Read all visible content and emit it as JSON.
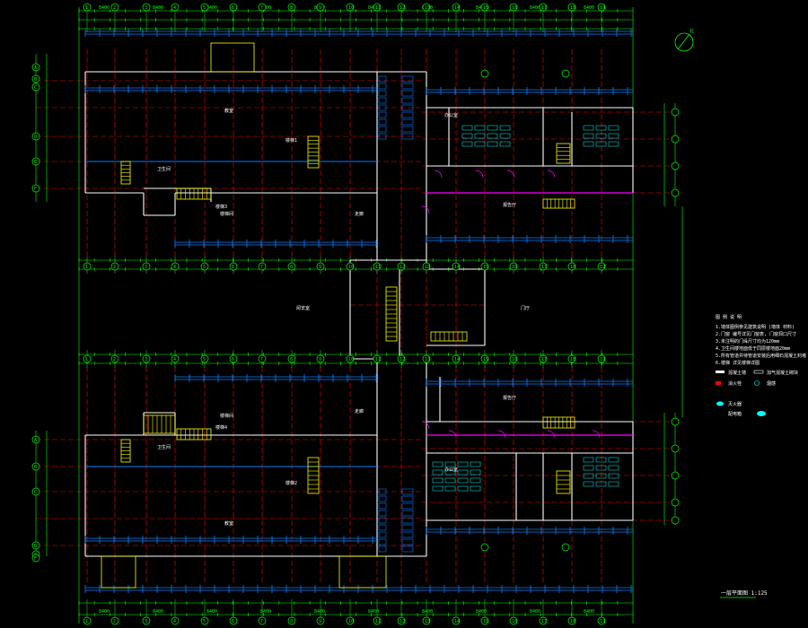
{
  "drawing": {
    "title": "一层平面图 1:125",
    "legend_heading": "图 例 说 明",
    "legend_notes": [
      "1.墙体图例参见建筑说明 (墙体 材料)",
      "2.门窗 编号详见门窗表, 门窗洞口尺寸",
      "3.未注明的门垛尺寸均为120mm",
      "4.卫生间楼地面低于同层楼地面20mm",
      "5.所有管道井待管道安装后用细石混凝土封堵",
      "6.楼梯 详见楼梯详图"
    ],
    "legend_items": [
      "混凝土墙",
      "加气混凝土砌块",
      "消火栓",
      "烟感",
      "灭火器",
      "配电箱"
    ],
    "north_arrow": "北",
    "room_labels": [
      "教室",
      "办公室",
      "门厅",
      "卫生间",
      "楼梯间",
      "报告厅",
      "走廊",
      "阅览室"
    ],
    "stair_labels": [
      "楼梯1",
      "楼梯2",
      "楼梯3",
      "楼梯4"
    ],
    "axis_numbers_top": [
      "1",
      "2",
      "3",
      "4",
      "5",
      "6",
      "7",
      "8",
      "9",
      "10",
      "11",
      "12",
      "13",
      "14",
      "15",
      "16",
      "17",
      "18",
      "19"
    ],
    "axis_letters_left_top": [
      "A",
      "B",
      "C",
      "D",
      "E",
      "F"
    ],
    "axis_letters_left_bottom": [
      "A",
      "B",
      "C",
      "D",
      "E",
      "F"
    ],
    "dimension_text": [
      "8400",
      "8400",
      "8400",
      "8400",
      "8400",
      "8400",
      "8400",
      "8400",
      "8400",
      "8400"
    ],
    "colors": {
      "background": "#000000",
      "axis": "#ff0000",
      "wall": "#ffffff",
      "dimension": "#00ff00",
      "window": "#0080ff",
      "stair": "#ffff00",
      "door": "#ff00ff",
      "furniture": "#00ffff"
    }
  }
}
